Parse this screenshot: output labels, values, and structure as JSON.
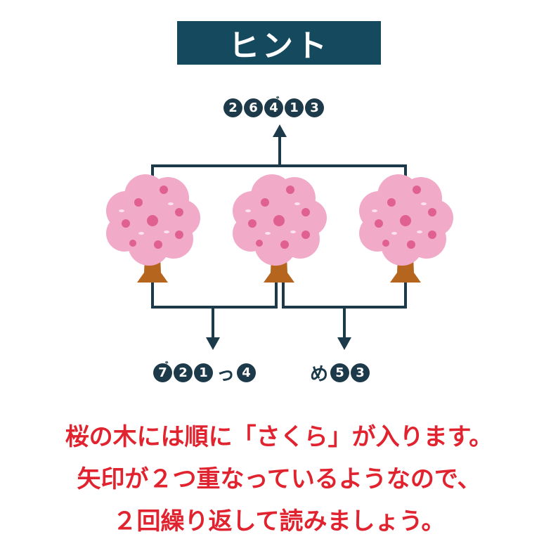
{
  "title": "ヒント",
  "top_sequence": [
    {
      "type": "num",
      "text": "2"
    },
    {
      "type": "num",
      "text": "6"
    },
    {
      "type": "num",
      "text": "4",
      "mark": "゛"
    },
    {
      "type": "num",
      "text": "1"
    },
    {
      "type": "num",
      "text": "3"
    }
  ],
  "left_sequence": [
    {
      "type": "num",
      "text": "7",
      "mark": "゛"
    },
    {
      "type": "num",
      "text": "2"
    },
    {
      "type": "num",
      "text": "1"
    },
    {
      "type": "kana",
      "text": "っ"
    },
    {
      "type": "num",
      "text": "4"
    }
  ],
  "right_sequence": [
    {
      "type": "kana",
      "text": "め"
    },
    {
      "type": "num",
      "text": "5"
    },
    {
      "type": "num",
      "text": "3"
    }
  ],
  "note_lines": [
    "桜の木には順に「さくら」が入ります。",
    "矢印が２つ重なっているようなので、",
    "２回繰り返して読みましょう。"
  ],
  "colors": {
    "title_bg": "#154a5e",
    "line": "#1d3a4a",
    "blossom": "#f2aac9",
    "flower": "#e0608f",
    "trunk": "#b5651d",
    "note": "#e0232f"
  }
}
